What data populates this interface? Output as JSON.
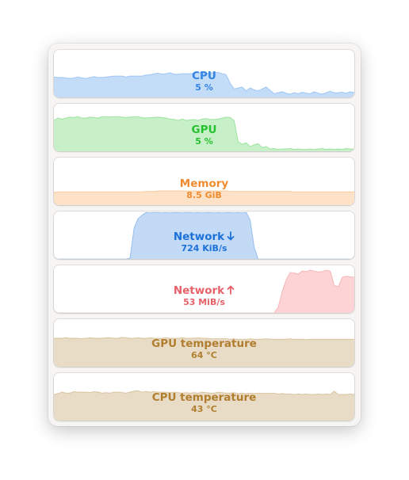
{
  "monitors": [
    {
      "id": "cpu",
      "title": "CPU",
      "value": "5 %",
      "color": "#3584e4",
      "fill": "#c3dcf8",
      "arrow": "",
      "level": [
        0.43,
        0.42,
        0.42,
        0.41,
        0.4,
        0.41,
        0.43,
        0.41,
        0.4,
        0.42,
        0.44,
        0.42,
        0.42,
        0.43,
        0.44,
        0.45,
        0.45,
        0.45,
        0.43,
        0.45,
        0.45,
        0.45,
        0.45,
        0.47,
        0.48,
        0.5,
        0.51,
        0.49,
        0.5,
        0.52,
        0.49,
        0.49,
        0.5,
        0.5,
        0.5,
        0.51,
        0.52,
        0.52,
        0.5,
        0.52,
        0.52,
        0.53,
        0.5,
        0.48,
        0.3,
        0.18,
        0.2,
        0.22,
        0.14,
        0.2,
        0.16,
        0.14,
        0.18,
        0.22,
        0.15,
        0.08,
        0.1,
        0.12,
        0.09,
        0.07,
        0.1,
        0.08,
        0.11,
        0.09,
        0.08,
        0.12,
        0.09,
        0.07,
        0.1,
        0.13,
        0.1,
        0.1,
        0.11,
        0.09,
        0.12,
        0.1
      ]
    },
    {
      "id": "gpu",
      "title": "GPU",
      "value": "5 %",
      "color": "#26c12e",
      "fill": "#c7f0c8",
      "arrow": "",
      "level": [
        0.65,
        0.7,
        0.68,
        0.7,
        0.72,
        0.71,
        0.73,
        0.7,
        0.7,
        0.72,
        0.71,
        0.7,
        0.73,
        0.73,
        0.72,
        0.73,
        0.73,
        0.72,
        0.71,
        0.72,
        0.73,
        0.73,
        0.71,
        0.7,
        0.71,
        0.71,
        0.72,
        0.71,
        0.7,
        0.68,
        0.67,
        0.65,
        0.68,
        0.65,
        0.66,
        0.67,
        0.65,
        0.68,
        0.69,
        0.67,
        0.67,
        0.68,
        0.7,
        0.72,
        0.71,
        0.65,
        0.2,
        0.15,
        0.18,
        0.1,
        0.14,
        0.16,
        0.08,
        0.1,
        0.05,
        0.06,
        0.04,
        0.05,
        0.05,
        0.06,
        0.04,
        0.05,
        0.04,
        0.04,
        0.05,
        0.04,
        0.05,
        0.06,
        0.04,
        0.05,
        0.04,
        0.05,
        0.04,
        0.06,
        0.05,
        0.05
      ]
    },
    {
      "id": "memory",
      "title": "Memory",
      "value": "8.5 GiB",
      "color": "#f08b30",
      "fill": "#fde2c7",
      "arrow": "",
      "level": [
        0.27,
        0.28,
        0.28,
        0.28,
        0.28,
        0.28,
        0.28,
        0.28,
        0.28,
        0.28,
        0.28,
        0.28,
        0.28,
        0.28,
        0.28,
        0.28,
        0.28,
        0.28,
        0.28,
        0.28,
        0.28,
        0.28,
        0.28,
        0.29,
        0.29,
        0.29,
        0.3,
        0.3,
        0.3,
        0.3,
        0.3,
        0.3,
        0.3,
        0.3,
        0.3,
        0.3,
        0.3,
        0.3,
        0.3,
        0.3,
        0.3,
        0.3,
        0.3,
        0.3,
        0.29,
        0.29,
        0.29,
        0.29,
        0.29,
        0.29,
        0.29,
        0.29,
        0.29,
        0.29,
        0.29,
        0.29,
        0.29,
        0.29,
        0.29,
        0.29,
        0.28,
        0.28,
        0.28,
        0.28,
        0.28,
        0.28,
        0.28,
        0.28,
        0.28,
        0.28,
        0.28,
        0.28,
        0.28,
        0.28,
        0.28,
        0.28
      ]
    },
    {
      "id": "network-down",
      "title": "Network",
      "value": "724 KiB/s",
      "color": "#1c71d8",
      "fill": "#c2daf6",
      "arrow": "down",
      "level": [
        0,
        0,
        0,
        0,
        0,
        0,
        0,
        0,
        0,
        0,
        0,
        0,
        0,
        0,
        0,
        0,
        0,
        0,
        0,
        0.02,
        0.65,
        0.85,
        0.92,
        0.98,
        0.97,
        0.98,
        0.98,
        0.97,
        0.98,
        0.97,
        0.98,
        0.98,
        0.97,
        0.98,
        0.98,
        0.97,
        0.98,
        0.97,
        0.98,
        0.98,
        0.97,
        0.98,
        0.97,
        0.98,
        0.98,
        0.97,
        0.98,
        0.97,
        0.98,
        0.82,
        0.25,
        0,
        0,
        0,
        0,
        0,
        0,
        0,
        0,
        0,
        0,
        0,
        0,
        0,
        0,
        0,
        0,
        0,
        0,
        0,
        0,
        0,
        0,
        0,
        0,
        0
      ]
    },
    {
      "id": "network-up",
      "title": "Network",
      "value": "53 MiB/s",
      "color": "#e66168",
      "fill": "#fdd3d5",
      "arrow": "up",
      "level": [
        0,
        0,
        0,
        0,
        0,
        0,
        0,
        0,
        0,
        0,
        0,
        0,
        0,
        0,
        0,
        0,
        0,
        0,
        0,
        0,
        0,
        0,
        0,
        0,
        0,
        0,
        0,
        0,
        0,
        0,
        0,
        0,
        0,
        0,
        0,
        0,
        0,
        0,
        0,
        0,
        0,
        0,
        0,
        0,
        0,
        0,
        0,
        0,
        0,
        0,
        0,
        0,
        0,
        0,
        0,
        0,
        0.12,
        0.45,
        0.7,
        0.85,
        0.84,
        0.82,
        0.88,
        0.87,
        0.9,
        0.88,
        0.86,
        0.87,
        0.9,
        0.88,
        0.58,
        0.55,
        0.75,
        0.77,
        0.76,
        0.75
      ]
    },
    {
      "id": "gpu-temperature",
      "title": "GPU temperature",
      "value": "64 °C",
      "color": "#b07e2e",
      "fill": "#e9dcc7",
      "arrow": "",
      "level": [
        0.6,
        0.6,
        0.6,
        0.61,
        0.6,
        0.6,
        0.6,
        0.59,
        0.6,
        0.61,
        0.6,
        0.6,
        0.6,
        0.61,
        0.61,
        0.6,
        0.6,
        0.62,
        0.61,
        0.6,
        0.6,
        0.61,
        0.6,
        0.6,
        0.61,
        0.6,
        0.6,
        0.6,
        0.61,
        0.6,
        0.6,
        0.6,
        0.61,
        0.6,
        0.6,
        0.6,
        0.61,
        0.6,
        0.6,
        0.59,
        0.59,
        0.59,
        0.59,
        0.59,
        0.58,
        0.59,
        0.58,
        0.58,
        0.58,
        0.59,
        0.58,
        0.58,
        0.58,
        0.59,
        0.58,
        0.58,
        0.58,
        0.58,
        0.58,
        0.59,
        0.58,
        0.58,
        0.58,
        0.57,
        0.58,
        0.58,
        0.58,
        0.58,
        0.58,
        0.58,
        0.58,
        0.58,
        0.58,
        0.58,
        0.58,
        0.58
      ]
    },
    {
      "id": "cpu-temperature",
      "title": "CPU temperature",
      "value": "43 °C",
      "color": "#b07e2e",
      "fill": "#e9dcc7",
      "arrow": "",
      "level": [
        0.55,
        0.57,
        0.6,
        0.58,
        0.58,
        0.61,
        0.6,
        0.6,
        0.6,
        0.59,
        0.61,
        0.6,
        0.58,
        0.59,
        0.58,
        0.6,
        0.6,
        0.59,
        0.58,
        0.6,
        0.62,
        0.63,
        0.6,
        0.61,
        0.6,
        0.61,
        0.6,
        0.6,
        0.6,
        0.59,
        0.6,
        0.59,
        0.58,
        0.59,
        0.58,
        0.59,
        0.58,
        0.6,
        0.59,
        0.58,
        0.58,
        0.6,
        0.59,
        0.58,
        0.58,
        0.59,
        0.57,
        0.58,
        0.57,
        0.58,
        0.57,
        0.58,
        0.57,
        0.58,
        0.57,
        0.58,
        0.56,
        0.57,
        0.56,
        0.56,
        0.55,
        0.56,
        0.55,
        0.56,
        0.55,
        0.55,
        0.56,
        0.55,
        0.56,
        0.55,
        0.62,
        0.55,
        0.55,
        0.55,
        0.56,
        0.55
      ]
    }
  ]
}
